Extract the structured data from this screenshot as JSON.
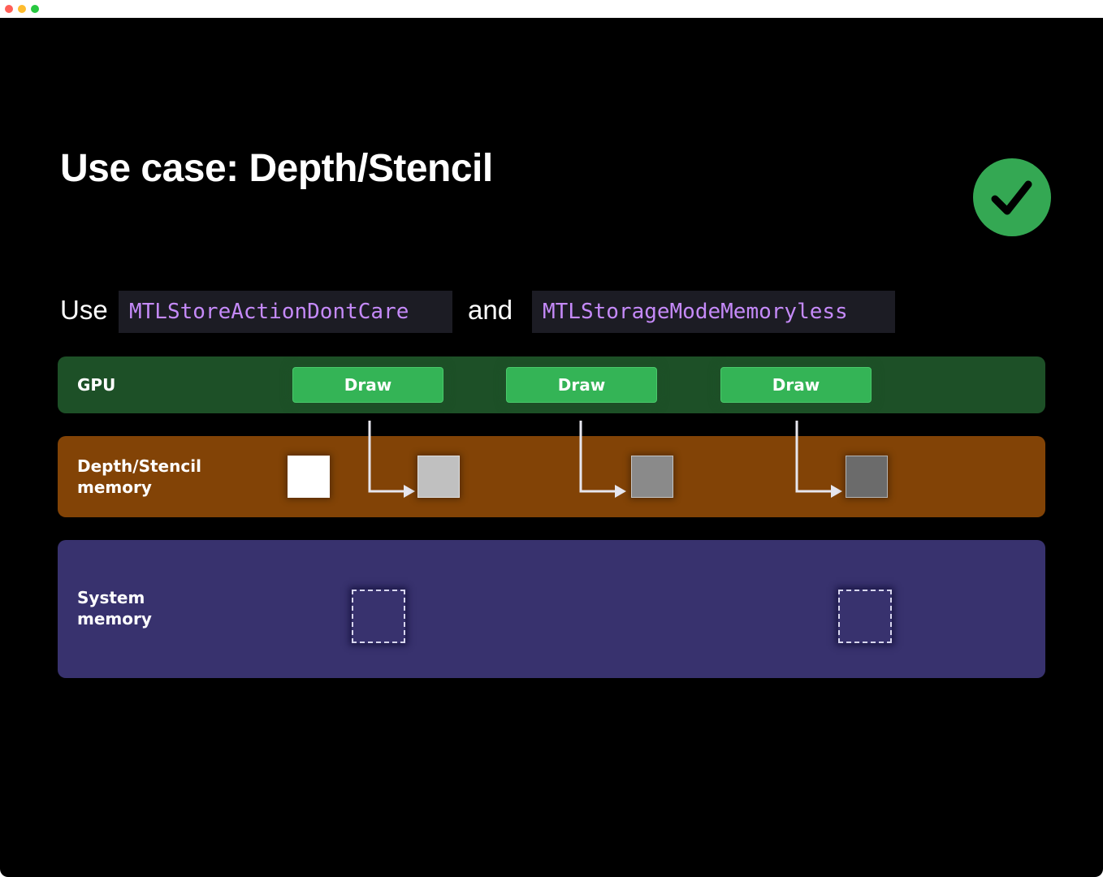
{
  "window": {
    "controls": [
      "close",
      "minimize",
      "zoom"
    ]
  },
  "slide": {
    "title": "Use case: Depth/Stencil",
    "status_icon": "checkmark-icon",
    "status_color": "#34a853",
    "subtitle": {
      "word_use": "Use",
      "code_1": "MTLStoreActionDontCare",
      "word_and": "and",
      "code_2": "MTLStorageModeMemoryless"
    }
  },
  "diagram": {
    "lanes": {
      "gpu": {
        "label": "GPU",
        "color": "#1d5027"
      },
      "depth": {
        "label": "Depth/Stencil\nmemory",
        "color": "#824306"
      },
      "system": {
        "label": "System\nmemory",
        "color": "#38326e"
      }
    },
    "draw_calls": [
      {
        "label": "Draw"
      },
      {
        "label": "Draw"
      },
      {
        "label": "Draw"
      }
    ],
    "depth_buffers": [
      {
        "state": "cleared",
        "color": "#ffffff"
      },
      {
        "state": "after-draw-1",
        "color": "#c0c0c0"
      },
      {
        "state": "after-draw-2",
        "color": "#8a8a8a"
      },
      {
        "state": "after-draw-3",
        "color": "#6b6b6b"
      }
    ],
    "system_memory_buffers": [
      {
        "state": "unused"
      },
      {
        "state": "unused"
      }
    ]
  }
}
